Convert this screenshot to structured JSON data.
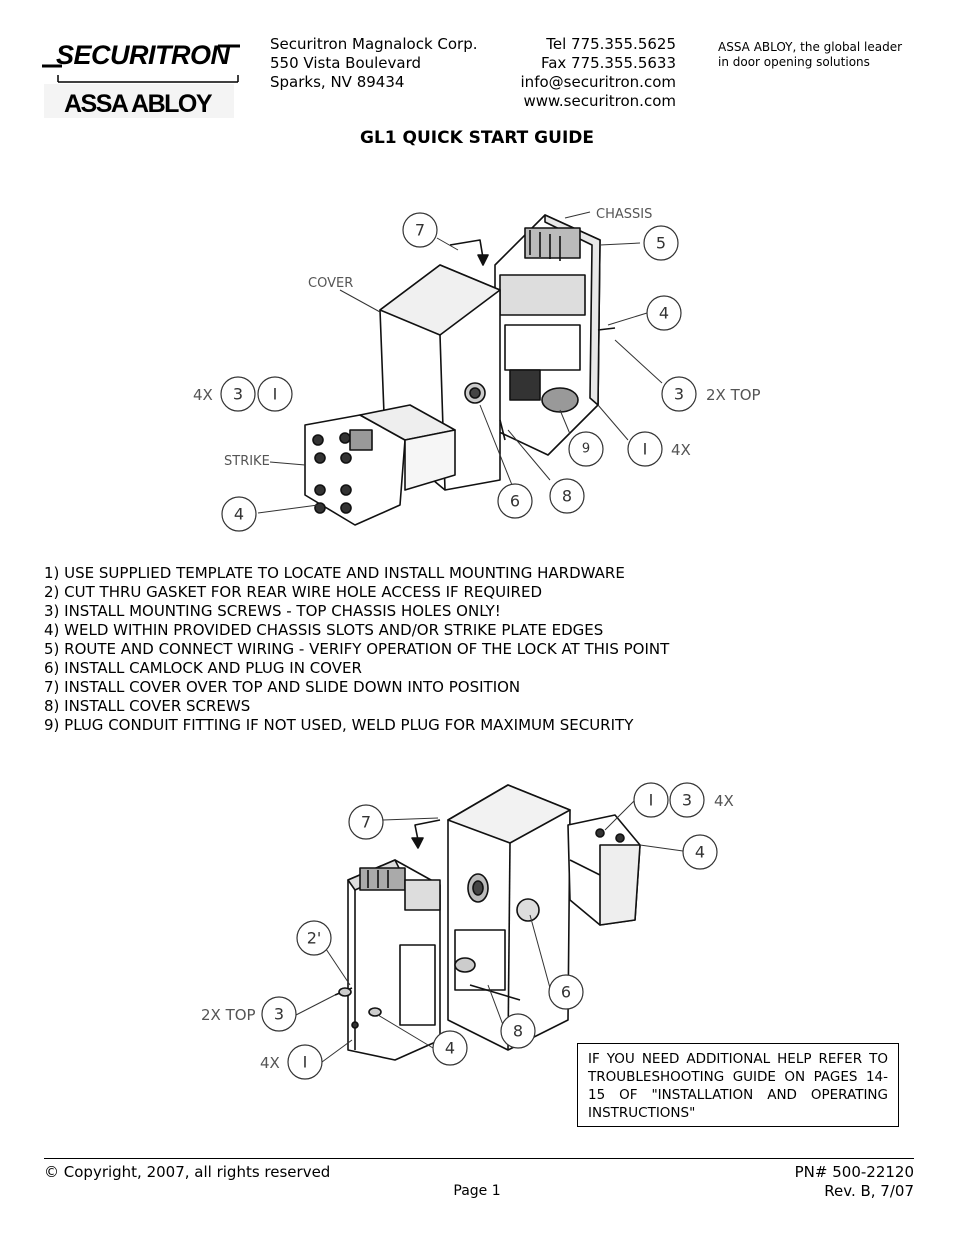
{
  "header": {
    "logo_brand": "SECURITRON",
    "logo_parent": "ASSA ABLOY",
    "address": [
      "Securitron Magnalock Corp.",
      "550 Vista Boulevard",
      "Sparks, NV 89434"
    ],
    "contact": [
      "Tel 775.355.5625",
      "Fax 775.355.5633",
      "info@securitron.com",
      "www.securitron.com"
    ],
    "tagline": [
      "ASSA ABLOY, the global leader",
      "in door opening solutions"
    ]
  },
  "title": "GL1 QUICK START GUIDE",
  "diagram_top": {
    "labels": {
      "chassis": "CHASSIS",
      "cover": "COVER",
      "strike": "STRIKE",
      "left_qty": "4X",
      "right_top_qty": "2X TOP",
      "right_qty": "4X"
    },
    "callouts": [
      "7",
      "5",
      "4",
      "3",
      "I",
      "3",
      "9",
      "I",
      "8",
      "6",
      "4"
    ]
  },
  "steps": [
    "1) USE SUPPLIED TEMPLATE TO LOCATE AND INSTALL MOUNTING HARDWARE",
    "2) CUT THRU GASKET FOR REAR WIRE HOLE ACCESS IF REQUIRED",
    "3) INSTALL MOUNTING SCREWS - TOP CHASSIS HOLES ONLY!",
    "4) WELD WITHIN PROVIDED CHASSIS SLOTS AND/OR STRIKE PLATE EDGES",
    "5) ROUTE AND CONNECT WIRING - VERIFY OPERATION OF THE LOCK AT THIS POINT",
    "6) INSTALL CAMLOCK AND PLUG IN COVER",
    "7) INSTALL COVER OVER TOP AND SLIDE DOWN INTO POSITION",
    "8) INSTALL COVER SCREWS",
    "9) PLUG CONDUIT FITTING IF NOT USED, WELD PLUG FOR MAXIMUM SECURITY"
  ],
  "diagram_bottom": {
    "labels": {
      "top_qty": "4X",
      "left_top_qty": "2X TOP",
      "left_qty": "4X"
    },
    "callouts": [
      "I",
      "3",
      "7",
      "4",
      "2'",
      "6",
      "3",
      "8",
      "4",
      "I"
    ]
  },
  "help_box": "IF YOU NEED ADDITIONAL HELP REFER TO TROUBLESHOOTING GUIDE ON PAGES 14-15 OF \"INSTALLATION AND OPERATING INSTRUCTIONS\"",
  "footer": {
    "copyright": "© Copyright, 2007, all rights reserved",
    "page": "Page 1",
    "part_number": "PN# 500-22120",
    "revision": "Rev. B, 7/07"
  }
}
